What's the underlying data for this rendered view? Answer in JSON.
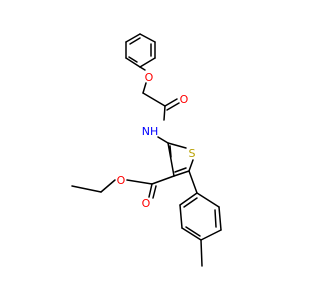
{
  "molecule": {
    "atom_labels": {
      "ether_o": "O",
      "amide_o": "O",
      "amide_nh": "NH",
      "thiophene_s": "S",
      "ester_o_single": "O",
      "ester_o_double": "O"
    },
    "colors": {
      "bond": "#000000",
      "oxygen": "#ff0000",
      "nitrogen": "#0000ff",
      "sulfur": "#b8a000"
    }
  }
}
